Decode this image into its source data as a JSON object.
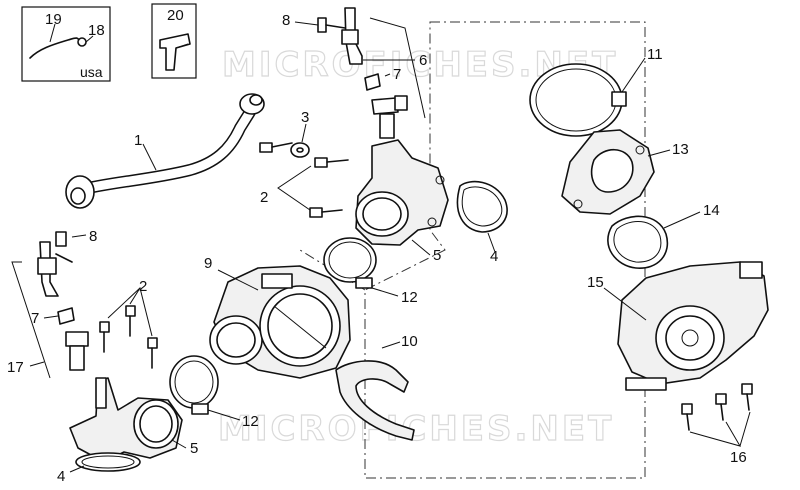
{
  "diagram": {
    "watermark": "MICROFICHES.NET",
    "callouts": {
      "c1": "1",
      "c2a": "2",
      "c2b": "2",
      "c3": "3",
      "c4a": "4",
      "c4b": "4",
      "c5a": "5",
      "c5b": "5",
      "c6": "6",
      "c7a": "7",
      "c7b": "7",
      "c8a": "8",
      "c8b": "8",
      "c9": "9",
      "c10": "10",
      "c11": "11",
      "c12a": "12",
      "c12b": "12",
      "c13": "13",
      "c14": "14",
      "c15": "15",
      "c16": "16",
      "c17": "17",
      "c18": "18",
      "c19": "19",
      "c20": "20"
    },
    "region_note": "usa",
    "colors": {
      "line": "#111111",
      "watermark": "#d9d9d9",
      "background": "#ffffff"
    }
  }
}
